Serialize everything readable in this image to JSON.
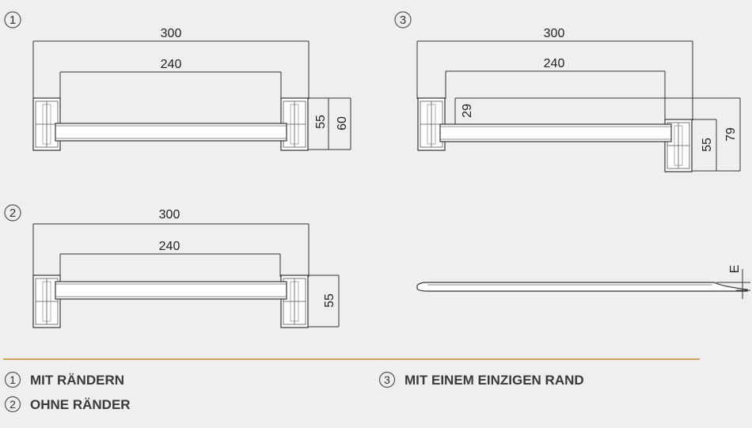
{
  "diagrams": {
    "d1": {
      "number": "1",
      "dim_outer": "300",
      "dim_inner": "240",
      "dim_h1": "55",
      "dim_h2": "60"
    },
    "d2": {
      "number": "2",
      "dim_outer": "300",
      "dim_inner": "240",
      "dim_h1": "55"
    },
    "d3": {
      "number": "3",
      "dim_outer": "300",
      "dim_inner": "240",
      "dim_h_inner": "29",
      "dim_h1": "55",
      "dim_h2": "79"
    },
    "d4": {
      "label_e": "E"
    }
  },
  "legend": {
    "items": [
      {
        "number": "1",
        "label": "MIT RÄNDERN"
      },
      {
        "number": "2",
        "label": "OHNE RÄNDER"
      },
      {
        "number": "3",
        "label": "MIT EINEM EINZIGEN RAND"
      }
    ]
  },
  "colors": {
    "background": "#efefef",
    "line": "#333333",
    "divider": "#c8892e",
    "legend_text": "#3a3a3a"
  }
}
